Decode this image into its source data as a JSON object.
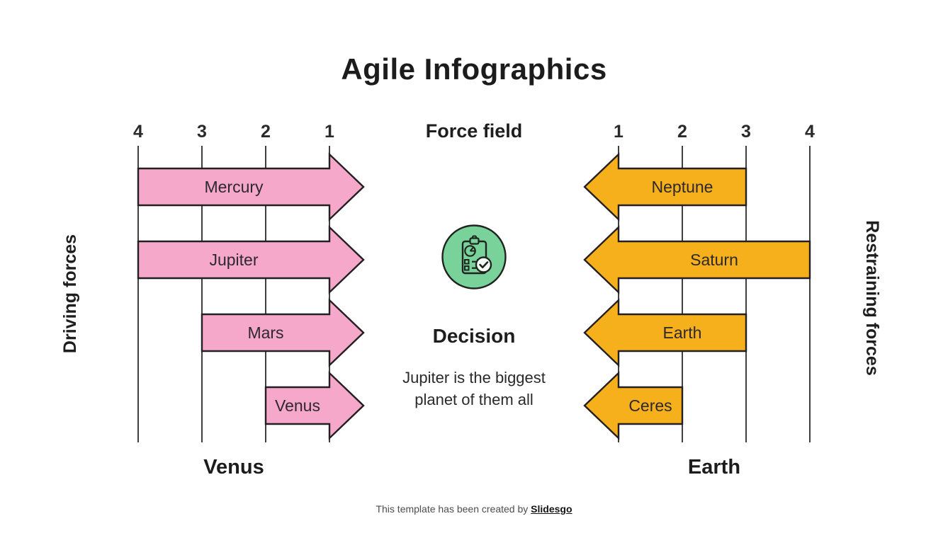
{
  "slide": {
    "title": "Agile Infographics",
    "center": {
      "heading": "Force field",
      "icon": "clipboard-check-icon",
      "decision_heading": "Decision",
      "decision_text": "Jupiter is the biggest planet of them all"
    },
    "footer": {
      "text": "This template has been created by",
      "brand": "Slidesgo"
    },
    "colors": {
      "pink": "#f6a8cb",
      "orange": "#f5b01b",
      "green": "#7ad29b",
      "outline": "#231f23",
      "grid": "#3f3f3f",
      "tick_text": "#2a2a2a",
      "arrow_text": "#2d2830"
    }
  },
  "chart_data": [
    {
      "type": "force-field-arrows",
      "side": "driving",
      "direction": "right",
      "color": "#f6a8cb",
      "axis_ticks": [
        "4",
        "3",
        "2",
        "1"
      ],
      "side_label": "Driving forces",
      "bottom_label": "Venus",
      "arrows": [
        {
          "label": "Mercury",
          "tail_tick": "4",
          "value": 4
        },
        {
          "label": "Jupiter",
          "tail_tick": "4",
          "value": 4
        },
        {
          "label": "Mars",
          "tail_tick": "3",
          "value": 3
        },
        {
          "label": "Venus",
          "tail_tick": "2",
          "value": 2
        }
      ]
    },
    {
      "type": "force-field-arrows",
      "side": "restraining",
      "direction": "left",
      "color": "#f5b01b",
      "axis_ticks": [
        "1",
        "2",
        "3",
        "4"
      ],
      "side_label": "Restraining forces",
      "bottom_label": "Earth",
      "arrows": [
        {
          "label": "Neptune",
          "tail_tick": "3",
          "value": 3
        },
        {
          "label": "Saturn",
          "tail_tick": "4",
          "value": 4
        },
        {
          "label": "Earth",
          "tail_tick": "3",
          "value": 3
        },
        {
          "label": "Ceres",
          "tail_tick": "2",
          "value": 2
        }
      ]
    }
  ]
}
